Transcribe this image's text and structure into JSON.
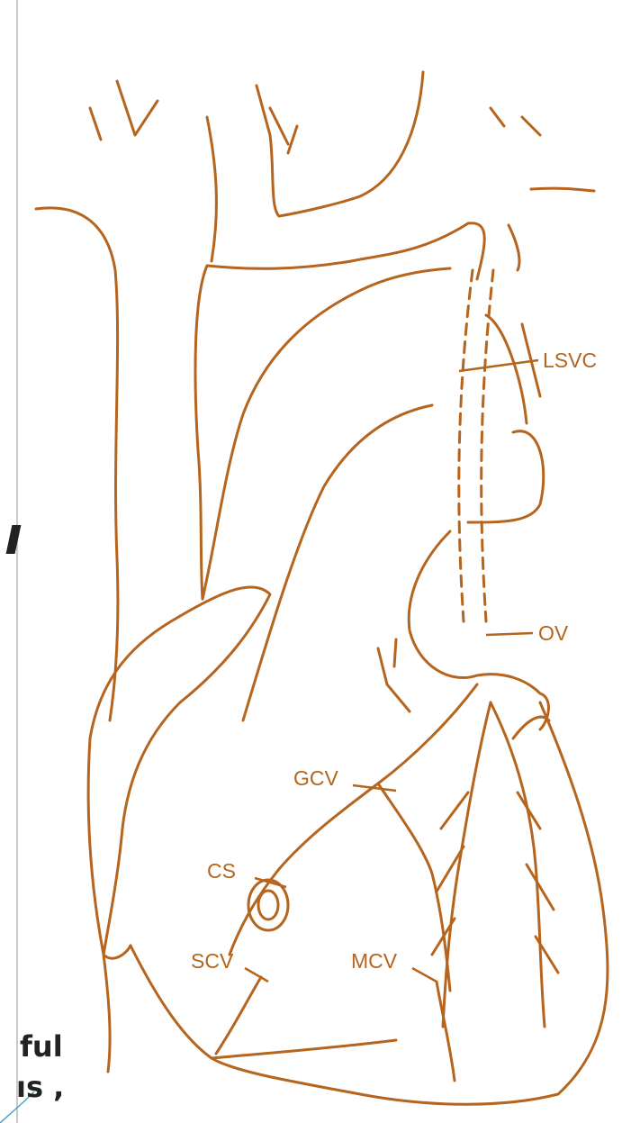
{
  "diagram": {
    "labels": {
      "lsvc": "LSVC",
      "ov": "OV",
      "gcv": "GCV",
      "cs": "CS",
      "scv": "SCV",
      "mcv": "MCV"
    },
    "clipped_text": {
      "line1": "ful",
      "line2": "ıs ,"
    },
    "colors": {
      "line": "#b5651d",
      "background": "#ffffff",
      "cursor": "#4aa3c8"
    }
  }
}
